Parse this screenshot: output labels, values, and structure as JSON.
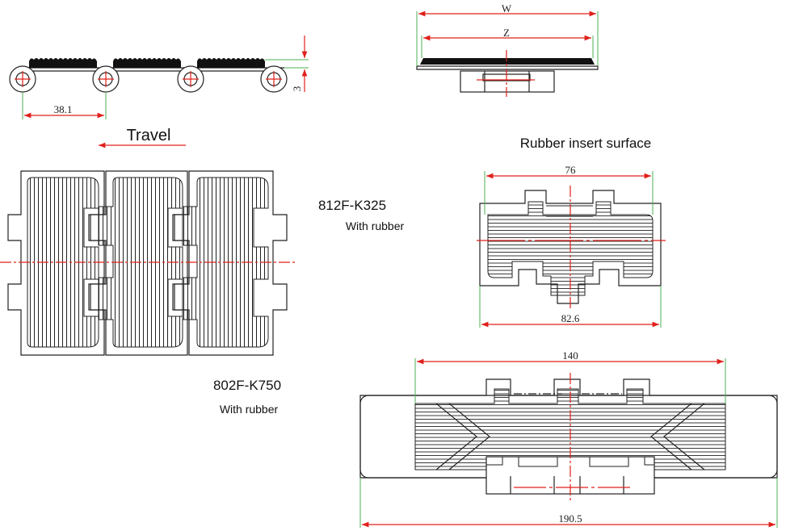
{
  "labels": {
    "travel": "Travel",
    "rubber_insert_surface": "Rubber insert surface",
    "model_a": "812F-K325",
    "model_a_note": "With rubber",
    "model_b": "802F-K750",
    "model_b_note": "With rubber"
  },
  "dimensions": {
    "pitch": "38.1",
    "height": "3",
    "w": "W",
    "z": "Z",
    "k325_insert": "76",
    "k325_width": "82.6",
    "k750_insert": "140",
    "k750_width": "190.5"
  },
  "colors": {
    "dimension_line": "#e0201a",
    "extension_line": "#4caf50",
    "outline": "#222222"
  }
}
